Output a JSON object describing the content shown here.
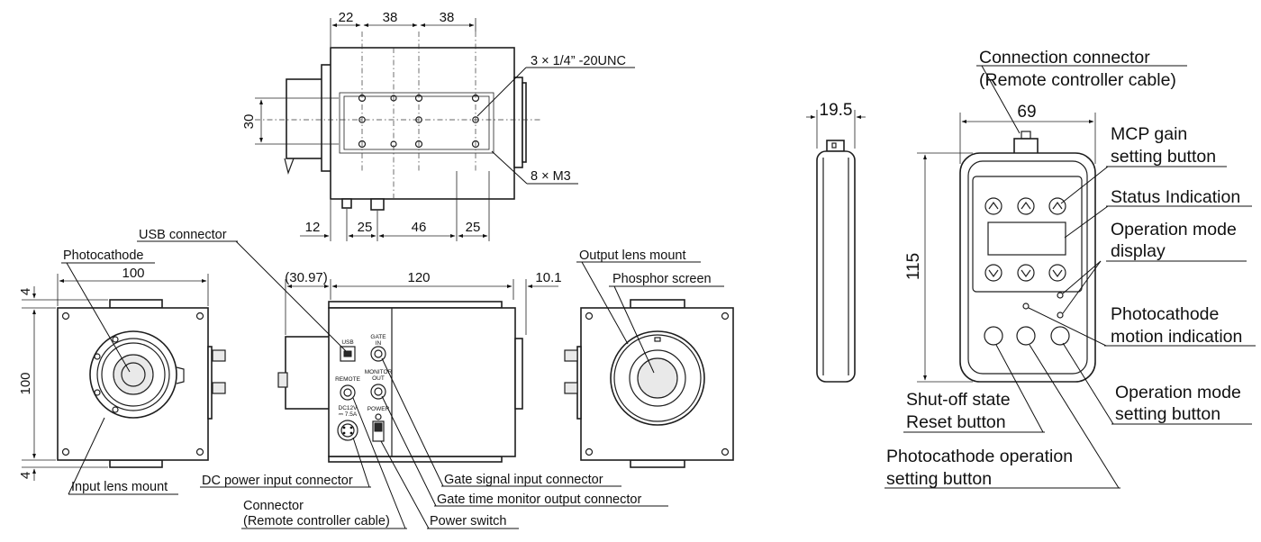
{
  "front_view_dims": {
    "top": [
      "22",
      "38",
      "38"
    ],
    "bottom": [
      "12",
      "25",
      "46",
      "25"
    ],
    "left": "30"
  },
  "side_view_dims": {
    "width": "100",
    "height": "100",
    "margin_top": "4",
    "margin_bottom": "4"
  },
  "rear_view_dims": {
    "left": "(30.97)",
    "width": "120",
    "right": "10.1"
  },
  "remote_dims": {
    "thickness": "19.5",
    "width": "69",
    "height": "115"
  },
  "threads": {
    "tripod": "3 × 1/4” -20UNC",
    "screws": "8 × M3"
  },
  "labels": {
    "photocathode": "Photocathode",
    "input_lens_mount": "Input lens mount",
    "usb_connector": "USB connector",
    "dc_power_input": "DC power input connector",
    "connector_remote_line1": "Connector",
    "connector_remote_line2": "(Remote controller cable)",
    "power_switch": "Power switch",
    "gate_signal_input": "Gate signal input connector",
    "gate_time_monitor": "Gate time monitor output connector",
    "output_lens_mount": "Output lens mount",
    "phosphor_screen": "Phosphor screen"
  },
  "panel_markings": {
    "usb": "USB",
    "gate_in_1": "GATE",
    "gate_in_2": "IN",
    "monitor_out_1": "MONITOR",
    "monitor_out_2": "OUT",
    "remote": "REMOTE",
    "dc_1": "DC12V",
    "dc_2": "⎓ 7.5A",
    "power": "POWER"
  },
  "remote_labels": {
    "connection_line1": "Connection connector",
    "connection_line2": "(Remote controller cable)",
    "mcp_line1": "MCP gain",
    "mcp_line2": "setting button",
    "status_indication": "Status Indication",
    "op_mode_display_line1": "Operation mode",
    "op_mode_display_line2": "display",
    "pc_motion_line1": "Photocathode",
    "pc_motion_line2": "motion indication",
    "op_mode_setting_line1": "Operation mode",
    "op_mode_setting_line2": "setting button",
    "shutoff_line1": "Shut-off state",
    "shutoff_line2": "Reset button",
    "pc_operation_line1": "Photocathode operation",
    "pc_operation_line2": "setting button"
  }
}
